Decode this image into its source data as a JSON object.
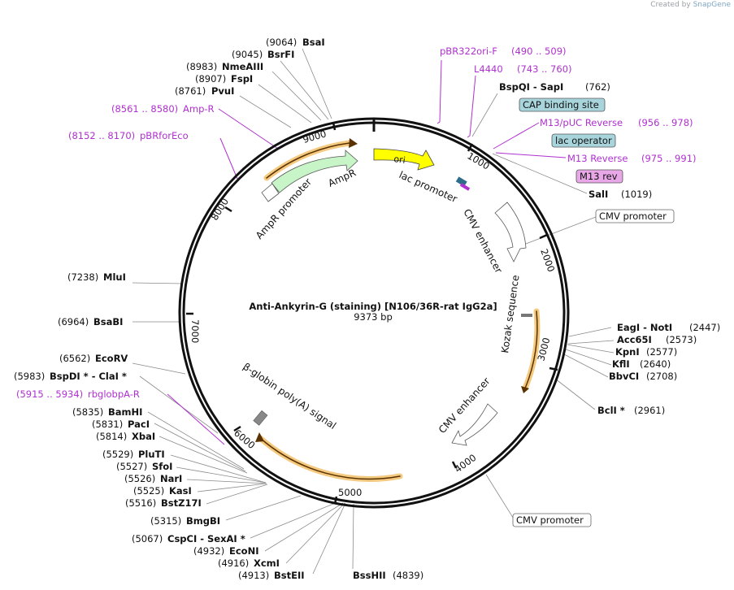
{
  "credit": {
    "prefix": "Created by",
    "brand": "SnapGene"
  },
  "plasmid": {
    "name": "Anti-Ankyrin-G (staining) [N106/36R-rat IgG2a]",
    "size_label": "9373 bp",
    "length": 9373
  },
  "ticks": [
    "1000",
    "2000",
    "3000",
    "4000",
    "5000",
    "6000",
    "7000",
    "8000",
    "9000"
  ],
  "colors": {
    "backbone": "#111111",
    "primer": "#b030d0",
    "site_line": "#888888",
    "ori": "#ffff00",
    "ampr": "#c8f5c8",
    "promoter_fill": "#ffffff",
    "orange_glow": "#f0b24a",
    "feature_box_blue": "#a8d4dc",
    "feature_box_pink": "#e8a8e8"
  },
  "sites": [
    {
      "name": "BsaI",
      "pos": "(9064)"
    },
    {
      "name": "BsrFI",
      "pos": "(9045)"
    },
    {
      "name": "NmeAIII",
      "pos": "(8983)"
    },
    {
      "name": "FspI",
      "pos": "(8907)"
    },
    {
      "name": "PvuI",
      "pos": "(8761)"
    },
    {
      "name": "MluI",
      "pos": "(7238)"
    },
    {
      "name": "BsaBI",
      "pos": "(6964)"
    },
    {
      "name": "EcoRV",
      "pos": "(6562)"
    },
    {
      "name": "BspDI * - ClaI *",
      "pos": "(5983)"
    },
    {
      "name": "BamHI",
      "pos": "(5835)"
    },
    {
      "name": "PacI",
      "pos": "(5831)"
    },
    {
      "name": "XbaI",
      "pos": "(5814)"
    },
    {
      "name": "PluTI",
      "pos": "(5529)"
    },
    {
      "name": "SfoI",
      "pos": "(5527)"
    },
    {
      "name": "NarI",
      "pos": "(5526)"
    },
    {
      "name": "KasI",
      "pos": "(5525)"
    },
    {
      "name": "BstZ17I",
      "pos": "(5516)"
    },
    {
      "name": "BmgBI",
      "pos": "(5315)"
    },
    {
      "name": "CspCI - SexAI *",
      "pos": "(5067)"
    },
    {
      "name": "EcoNI",
      "pos": "(4932)"
    },
    {
      "name": "XcmI",
      "pos": "(4916)"
    },
    {
      "name": "BstEII",
      "pos": "(4913)"
    },
    {
      "name": "BssHII",
      "pos": "(4839)"
    },
    {
      "name": "BspQI - SapI",
      "pos": "(762)"
    },
    {
      "name": "SalI",
      "pos": "(1019)"
    },
    {
      "name": "EagI - NotI",
      "pos": "(2447)"
    },
    {
      "name": "Acc65I",
      "pos": "(2573)"
    },
    {
      "name": "KpnI",
      "pos": "(2577)"
    },
    {
      "name": "KflI",
      "pos": "(2640)"
    },
    {
      "name": "BbvCI",
      "pos": "(2708)"
    },
    {
      "name": "BclI *",
      "pos": "(2961)"
    }
  ],
  "primers": [
    {
      "name": "pBR322ori-F",
      "range": "(490 .. 509)"
    },
    {
      "name": "L4440",
      "range": "(743 .. 760)"
    },
    {
      "name": "M13/pUC Reverse",
      "range": "(956 .. 978)"
    },
    {
      "name": "M13 Reverse",
      "range": "(975 .. 991)"
    },
    {
      "name": "Amp-R",
      "range": "(8561 .. 8580)"
    },
    {
      "name": "pBRforEco",
      "range": "(8152 .. 8170)"
    },
    {
      "name": "rbglobpA-R",
      "range": "(5915 .. 5934)"
    }
  ],
  "boxed_features": [
    {
      "name": "CAP binding site",
      "style": "blue"
    },
    {
      "name": "lac operator",
      "style": "blue"
    },
    {
      "name": "M13 rev",
      "style": "pink"
    },
    {
      "name": "CMV promoter",
      "style": "plain"
    },
    {
      "name": "CMV promoter",
      "style": "plain"
    }
  ],
  "features": [
    "ori",
    "lac promoter",
    "CMV enhancer",
    "Kozak sequence",
    "CMV enhancer",
    "β-globin poly(A) signal",
    "AmpR",
    "AmpR promoter"
  ]
}
